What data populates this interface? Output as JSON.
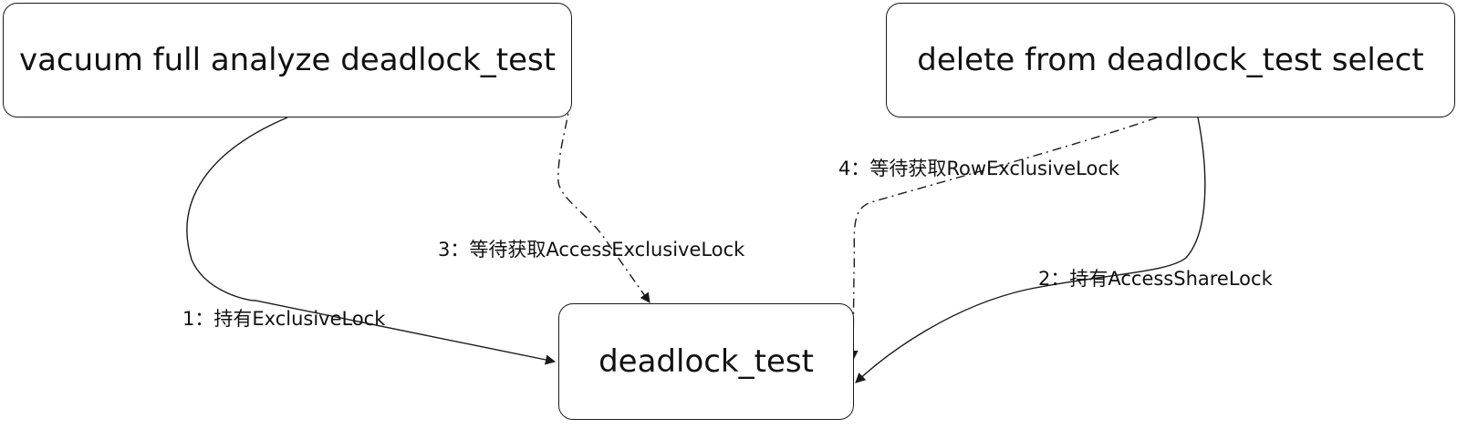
{
  "nodes": {
    "vacuum": "vacuum full analyze deadlock_test",
    "delete": "delete from deadlock_test select",
    "table": "deadlock_test"
  },
  "edges": {
    "e1": "1：持有ExclusiveLock",
    "e2": "2：持有AccessShareLock",
    "e3": "3：等待获取AccessExclusiveLock",
    "e4": "4：等待获取RowExclusiveLock"
  },
  "colors": {
    "stroke": "#1a1a1a",
    "text": "#111111"
  }
}
